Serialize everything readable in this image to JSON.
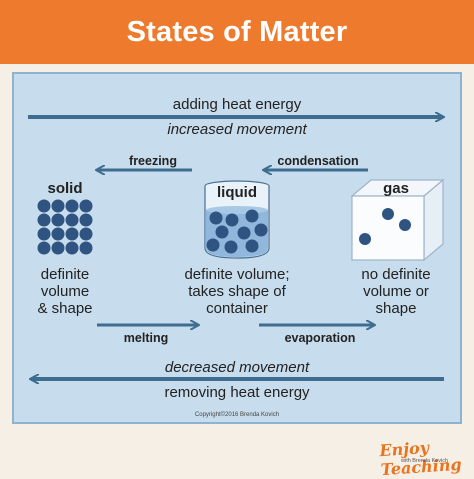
{
  "title": "States of Matter",
  "top_arrow": {
    "line1": "adding heat energy",
    "line2": "increased movement"
  },
  "bottom_arrow": {
    "line1": "decreased movement",
    "line2": "removing heat energy"
  },
  "phases": {
    "solid": {
      "label": "solid",
      "desc": [
        "definite",
        "volume",
        "& shape"
      ]
    },
    "liquid": {
      "label": "liquid",
      "desc": [
        "definite volume;",
        "takes shape of",
        "container"
      ]
    },
    "gas": {
      "label": "gas",
      "desc": [
        "no definite",
        "volume or",
        "shape"
      ]
    }
  },
  "processes": {
    "freezing": "freezing",
    "condensation": "condensation",
    "melting": "melting",
    "evaporation": "evaporation"
  },
  "copyright": "Copyright©2016 Brenda Kovich",
  "logo": {
    "name": "Enjoy Teaching",
    "sub": "with Brenda Kovich"
  },
  "colors": {
    "header": "#ee7a2d",
    "panel": "#c7dcec",
    "arrow": "#3e6d8f",
    "particle": "#2f5482",
    "water": "#8fb8dc"
  }
}
